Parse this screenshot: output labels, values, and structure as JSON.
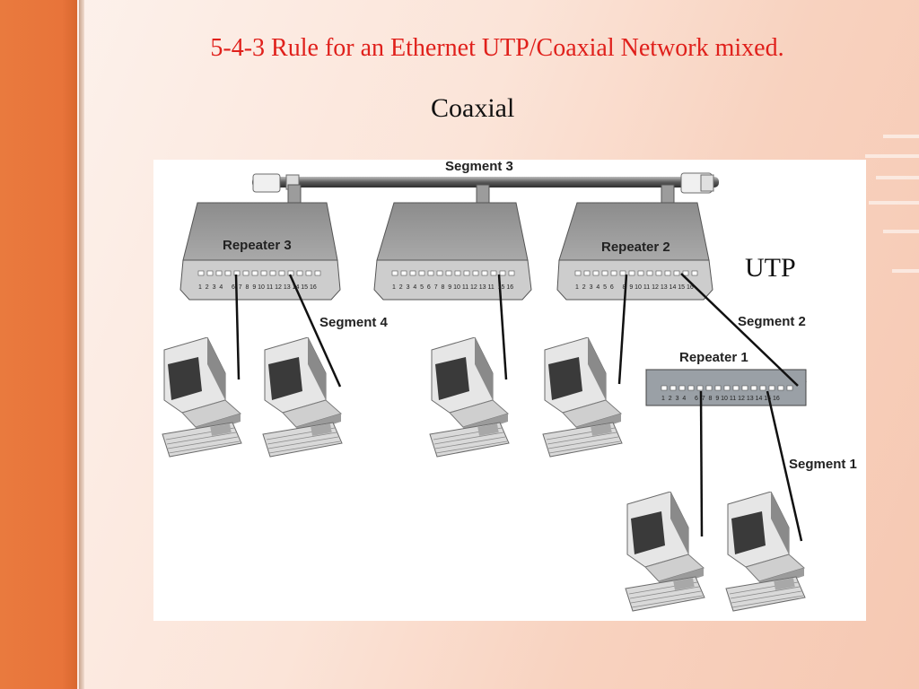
{
  "slide": {
    "title": "5-4-3 Rule for an Ethernet UTP/Coaxial Network mixed.",
    "coaxial_label": "Coaxial",
    "utp_label": "UTP"
  },
  "diagram": {
    "segment_3": "Segment 3",
    "segment_4": "Segment 4",
    "segment_2": "Segment 2",
    "segment_1": "Segment 1",
    "repeater_3": "Repeater 3",
    "repeater_2": "Repeater 2",
    "repeater_1": "Repeater 1",
    "port_numbers_r3": "1  2  3  4     6  7  8  9 10 11 12 13 14 15 16",
    "port_numbers_mid": "1  2  3  4  5  6  7  8  9 10 11 12 13 11  15 16",
    "port_numbers_r2": "1  2  3  4  5  6     8  9 10 11 12 13 14 15 16",
    "port_numbers_r1": "1  2  3  4     6  7  8  9 10 11 12 13 14 15 16"
  }
}
